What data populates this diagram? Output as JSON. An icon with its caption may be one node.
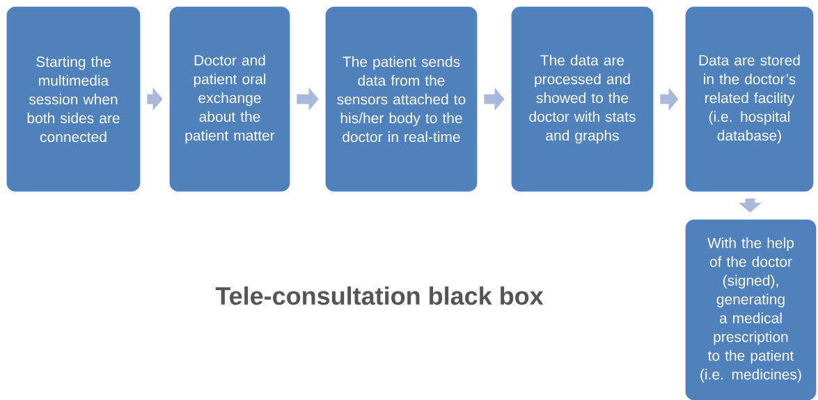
{
  "diagram": {
    "title": "Tele-consultation black box",
    "nodes": [
      {
        "text": [
          "Starting the multimedia session when both sides are connected"
        ]
      },
      {
        "text": [
          "Doctor and patient oral exchange about the patient matter"
        ]
      },
      {
        "text": [
          "The patient sends data from the sensors attached to his/her body to the doctor in real-time"
        ]
      },
      {
        "text": [
          "The data are processed and showed to the doctor with stats and graphs"
        ]
      },
      {
        "text": [
          "Data are stored in the doctor’s related facility (i.e. hospital database)"
        ]
      },
      {
        "text": [
          "With the help of the doctor (signed), generating a medical prescription to the patient (i.e. medicines)"
        ]
      }
    ],
    "edges": [
      {
        "from": 0,
        "to": 1,
        "arrow": "to"
      },
      {
        "from": 1,
        "to": 2,
        "arrow": "to"
      },
      {
        "from": 2,
        "to": 3,
        "arrow": "to"
      },
      {
        "from": 3,
        "to": 4,
        "arrow": "to"
      },
      {
        "from": 4,
        "to": 5,
        "arrow": "to"
      }
    ]
  }
}
